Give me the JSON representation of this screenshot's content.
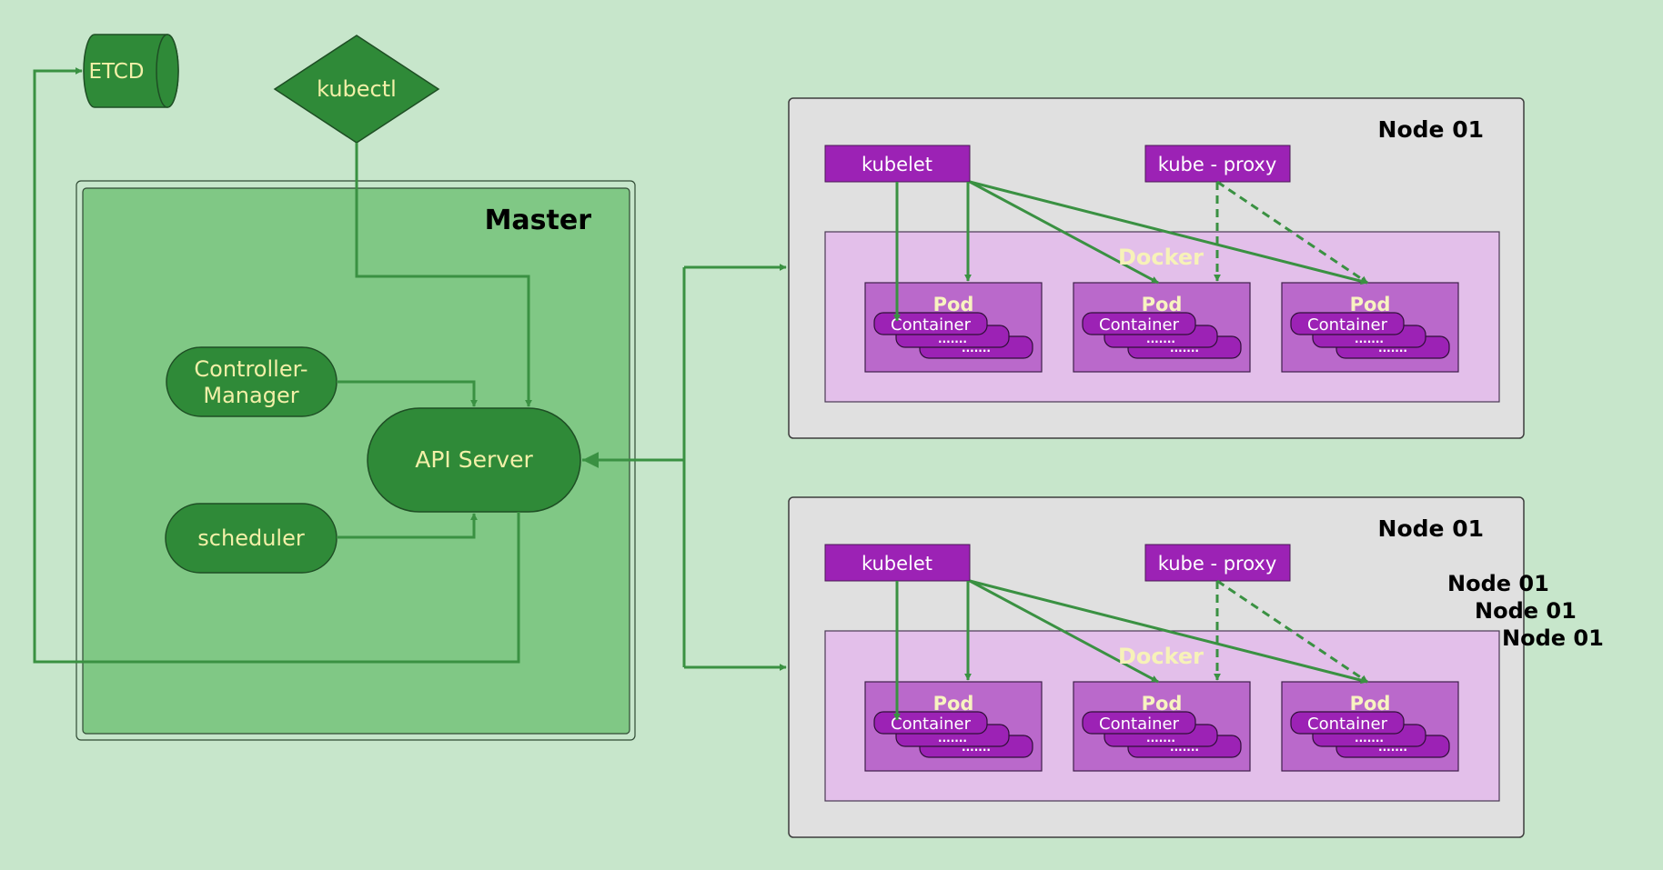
{
  "labels": {
    "etcd": "ETCD",
    "kubectl": "kubectl",
    "master": "Master",
    "controller_manager_line1": "Controller-",
    "controller_manager_line2": "Manager",
    "api_server": "API Server",
    "scheduler": "scheduler",
    "node": "Node 01",
    "kubelet": "kubelet",
    "kube_proxy": "kube - proxy",
    "docker": "Docker",
    "pod": "Pod",
    "container": "Container",
    "dots": "......."
  },
  "node_count": 2,
  "pods_per_node": 3,
  "stacked_node_labels": [
    "Node 01",
    "Node 01",
    "Node 01"
  ],
  "colors": {
    "background": "#c7e6cb",
    "master_fill": "#80c885",
    "component_fill": "#2f8a38",
    "component_text": "#f3f0a8",
    "arrow": "#3a9142",
    "node_fill": "#e0e0e0",
    "agent_fill": "#9c22b5",
    "docker_fill": "#e3bfea",
    "pod_fill": "#ba69cb",
    "docker_text": "#f7f2b8"
  }
}
